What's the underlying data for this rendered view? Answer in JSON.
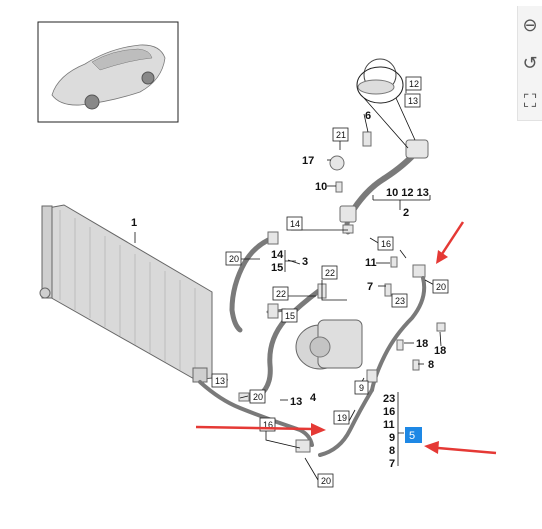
{
  "callouts": {
    "c1": "1",
    "c2": "2",
    "c3": "3",
    "c4": "4",
    "c5": "5",
    "c6": "6",
    "c7": "7",
    "c8": "8",
    "c10": "10",
    "c11": "11",
    "c17": "17",
    "c18": "18",
    "bracket_top": "10 12 13",
    "stack_14_15": [
      "14",
      "15"
    ],
    "stack_13": "13",
    "stack_main": [
      "23",
      "16",
      "11",
      "9",
      "8",
      "7"
    ]
  },
  "boxed_refs": {
    "b12": "12",
    "b13": "13",
    "b21": "21",
    "b14": "14",
    "b16a": "16",
    "b20a": "20",
    "b20b": "20",
    "b20c": "20",
    "b20d": "20",
    "b22a": "22",
    "b22b": "22",
    "b15": "15",
    "b23": "23",
    "b13b": "13",
    "b9": "9",
    "b19": "19",
    "b16b": "16"
  },
  "highlight_color": "#1e88e5",
  "arrow_color": "#e53935",
  "toolbar": [
    "zoom-out-icon",
    "rotate-icon",
    "fit-screen-icon"
  ]
}
